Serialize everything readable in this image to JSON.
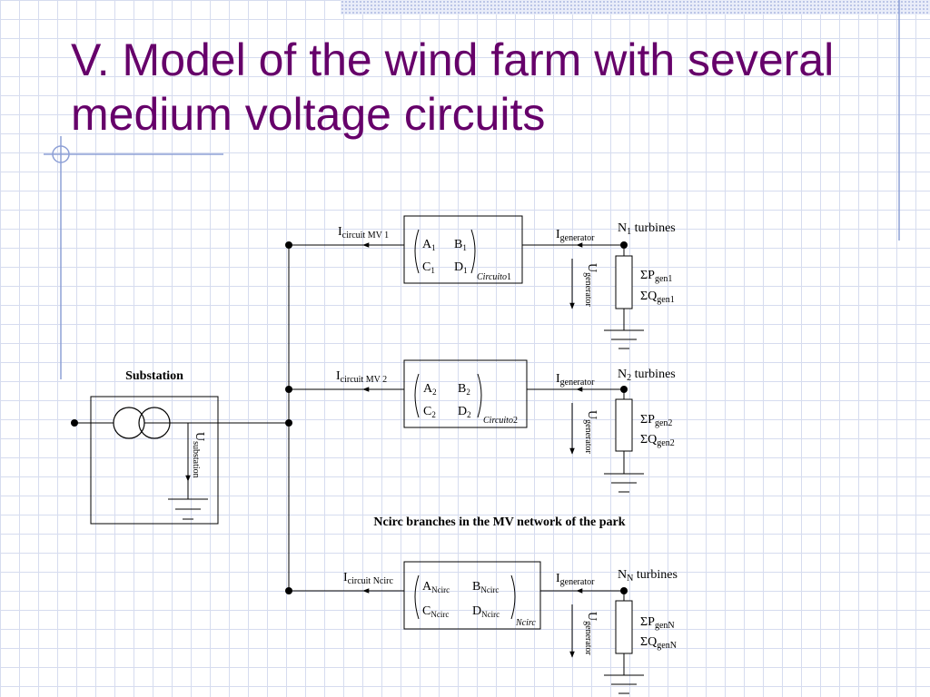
{
  "title": "V. Model of the wind farm with several medium voltage circuits",
  "substation": {
    "label": "Substation",
    "voltage_main": "U",
    "voltage_sub": "substation"
  },
  "caption": "Ncirc branches in the MV network of the park",
  "circuits": [
    {
      "current_main": "I",
      "current_sub": "circuit MV 1",
      "A": "A",
      "A_sub": "1",
      "B": "B",
      "B_sub": "1",
      "C": "C",
      "C_sub": "1",
      "D": "D",
      "D_sub": "1",
      "matrix_label": "Circuito",
      "matrix_label_sub": "1",
      "gen_current_main": "I",
      "gen_current_sub": "generator",
      "gen_voltage_main": "U",
      "gen_voltage_sub": "generator",
      "turbines_main": "N",
      "turbines_sub": "1",
      "turbines_text": " turbines",
      "p_main": "ΣP",
      "p_sub": "gen1",
      "q_main": "ΣQ",
      "q_sub": "gen1"
    },
    {
      "current_main": "I",
      "current_sub": "circuit MV 2",
      "A": "A",
      "A_sub": "2",
      "B": "B",
      "B_sub": "2",
      "C": "C",
      "C_sub": "2",
      "D": "D",
      "D_sub": "2",
      "matrix_label": "Circuito",
      "matrix_label_sub": "2",
      "gen_current_main": "I",
      "gen_current_sub": "generator",
      "gen_voltage_main": "U",
      "gen_voltage_sub": "generator",
      "turbines_main": "N",
      "turbines_sub": "2",
      "turbines_text": " turbines",
      "p_main": "ΣP",
      "p_sub": "gen2",
      "q_main": "ΣQ",
      "q_sub": "gen2"
    },
    {
      "current_main": "I",
      "current_sub": "circuit Ncirc",
      "A": "A",
      "A_sub": "Ncirc",
      "B": "B",
      "B_sub": "Ncirc",
      "C": "C",
      "C_sub": "Ncirc",
      "D": "D",
      "D_sub": "Ncirc",
      "matrix_label": "Ncirc",
      "matrix_label_sub": "",
      "gen_current_main": "I",
      "gen_current_sub": "generator",
      "gen_voltage_main": "U",
      "gen_voltage_sub": "generator",
      "turbines_main": "N",
      "turbines_sub": "N",
      "turbines_text": " turbines",
      "p_main": "ΣP",
      "p_sub": "genN",
      "q_main": "ΣQ",
      "q_sub": "genN"
    }
  ],
  "colors": {
    "title": "#66006a",
    "grid": "#d6dcef",
    "ink": "#000000"
  }
}
